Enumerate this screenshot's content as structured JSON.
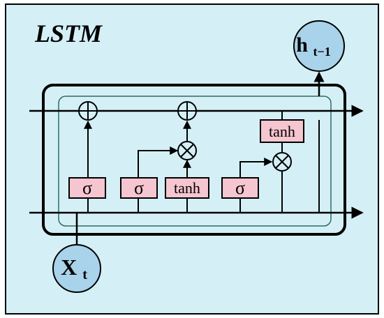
{
  "title": "LSTM",
  "nodes": {
    "output": {
      "main": "h",
      "sub": "t−1"
    },
    "input": {
      "main": "X",
      "sub": "t"
    }
  },
  "gates": [
    {
      "id": "forget",
      "label": "σ"
    },
    {
      "id": "input",
      "label": "σ"
    },
    {
      "id": "candidate",
      "label": "tanh"
    },
    {
      "id": "output",
      "label": "σ"
    },
    {
      "id": "cell-tanh",
      "label": "tanh"
    }
  ],
  "operations": {
    "add": "⊕",
    "multiply": "⊗"
  },
  "colors": {
    "background": "#d4f0f6",
    "gate_fill": "#f5c5d0",
    "node_fill": "#a9d3ea",
    "stroke": "#000000",
    "inner_border": "#2e6b5e"
  }
}
